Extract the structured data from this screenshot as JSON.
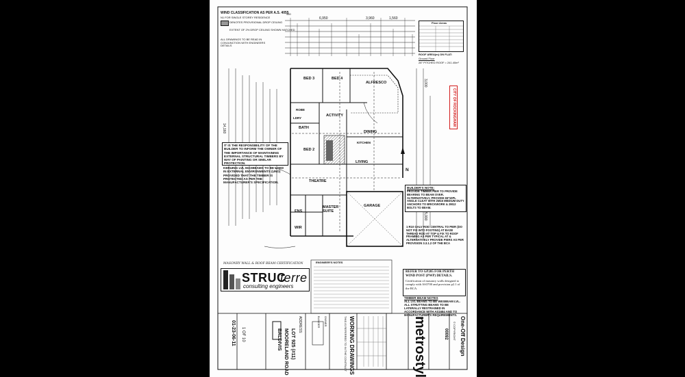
{
  "drawing": {
    "wind_title": "WIND CLASSIFICATION AS PER A.S. 4055",
    "wind_sub": "N1 FOR SINGLE STOREY RESIDENCE",
    "denotes": "DENOTES PROVISIONAL DROP CEILING",
    "extent": "EXTENT OF 2% DROP CEILING SHOWN HATCHED",
    "all_drawings": "ALL DRAWINGS TO BE READ IN CONJUNCTION WITH ENGINEERS DETAILS",
    "dims_top": [
      "480",
      "6,950",
      "3,960",
      "1,560"
    ],
    "dim_left": "14,160",
    "dim_right": "5,990",
    "dim_right2": "3,000",
    "floor_areas_title": "Floor Areas",
    "roof_area_title": "ROOF AREA(m) ON FLAT:",
    "roof_ground": "Ground Floor",
    "roof_value": "28° PITCHED ROOF = 241.40m²",
    "rooms": {
      "bed3": "BED 3",
      "bed4": "BED 4",
      "alfresco": "ALFRESCO",
      "activity": "ACTIVITY",
      "bath": "BATH",
      "dining": "DINING",
      "bed2": "BED 2",
      "living": "LIVING",
      "theatre": "THEATRE",
      "master": "MASTER SUITE",
      "garage": "GARAGE",
      "ens": "ENS",
      "wir": "WIR",
      "ldry": "LDRY",
      "robe": "ROBE",
      "kitchen": "KITCHEN"
    },
    "responsibility_note": "IT IS THE RESPONSIBILITY OF THE BUILDER TO INFORM THE OWNER OF THE IMPORTANCE OF MAINTAINING EXTERNAL STRUCTURAL TIMBERS BY WAY OF PAINTING OR SIMILAR PROTECTION.",
    "kerning_note": "KERUING LVL MAXBEAMS TO BE USED IN EXTERNAL ENVIRONMENTS (UNO) PROVIDED THAT THE TIMBER IS PROTECTED AS PER THE MANUFACTURER'S SPECIFICATION.",
    "builders_note_title": "BUILDER'S NOTE:",
    "builders_note": "PROVIDE TIMBER PIER TO PROVIDE BEARING TO BEAM OVER. ALTERNATIVELY, PROVIDE 65*10PL ANGLE CLEAT WITH 2M16 MEDIUM DUTY ANCHORS TO BRICKWORK & 2M12 BOLTS TO BEAM.",
    "rod_note": "1 R10 GALV ROD CENTRAL TO PIER (DO NOT FIX INTO FOOTING) AT BASE THREAD ROD AT TOP & FIX TO ROOF FRAMING AS PER TYPICAL AT & ALTERNATIVELY PROVIDE PIERS AS PER PROVISION 3.3.1.2 OF THE BCA",
    "north": "N",
    "council_stamp": "CITY OF ROCKINGHAM",
    "refer_note": "REFER TO GP205 FOR PERTH WIND POST (PWP) DETAILS.",
    "certification_note": "Certification of masonry walls designed to comply with AS3700 and provision p2.1 of the BCA.",
    "timber_notes_title": "TIMBER BEAM NOTES",
    "timber_notes": "ALL LVL BEAMS TO BE WESBEAM LVL. ALL STRUTTING BEAMS TO BE LATERALLY RESTRAINED IN ACCORDANCE WITH AS1684 AND TO MANUFACTURER'S REQUIREMENTS.",
    "engineer_notes_title": "ENGINEER'S NOTES",
    "masonry_hand": "MASONRY WALL & ROOF BEAM CERTIFICATION",
    "brand_main": "STRUC",
    "brand_italic": "terre",
    "brand_sub": "consulting engineers",
    "working_drawings": "WORKING DRAWINGS",
    "working_sub": "THIS IS REFERRED TO IN THE CONTRACT",
    "address_label": "ADDRESS:",
    "address_lot": "LOT 925 (#11)",
    "address_street": "MOORELAND ROAD",
    "address_suburb": "BALDIVIS",
    "sheet_no": "1 OF 10",
    "date_code": "01-23-06-11",
    "company": "metrostyle.",
    "one_off": "One-Off Design",
    "copyright": "© COPYRIGHT",
    "job_no": "00092",
    "owner_label": "OWNER",
    "builder_label": "BUILDER"
  }
}
